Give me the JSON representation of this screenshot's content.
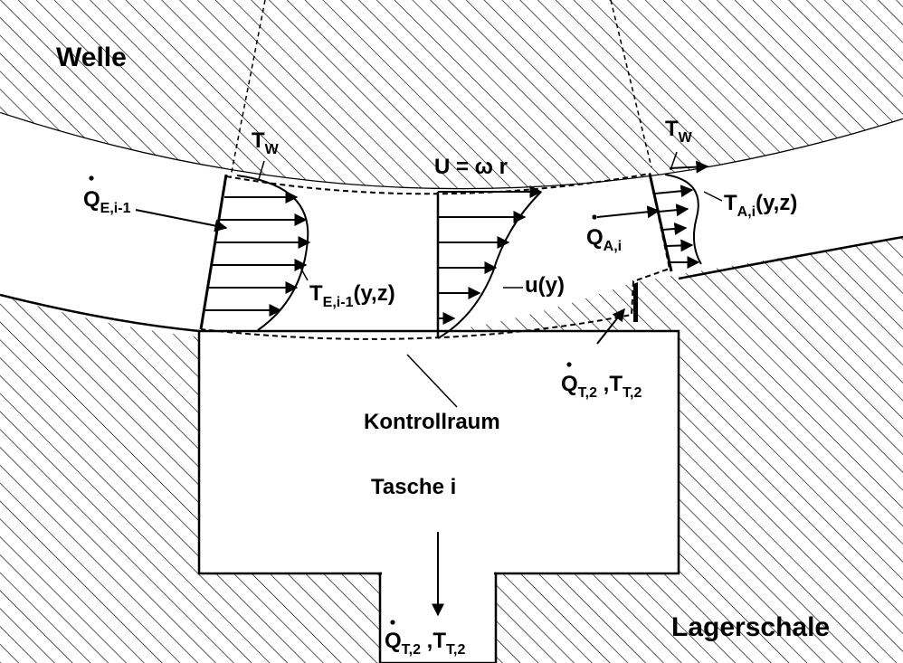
{
  "labels": {
    "shaft": "Welle",
    "bearing_shell": "Lagerschale",
    "velocity_eq": "U = ω r",
    "control_volume": "Kontrollraum",
    "pocket": "Tasche i",
    "wall_temp_left": {
      "main": "T",
      "sub": "W"
    },
    "wall_temp_right": {
      "main": "T",
      "sub": "W"
    },
    "heat_in": {
      "main": "Q",
      "sub": "E,i-1"
    },
    "temp_in": {
      "main": "T",
      "sub": "E,i-1",
      "tail": "(y,z)"
    },
    "velocity_profile": "u(y)",
    "heat_out": {
      "main": "Q",
      "sub": "A,i"
    },
    "temp_out": {
      "main": "T",
      "sub": "A,i",
      "tail": "(y,z)"
    },
    "heat_pocket_mid": {
      "q": "Q",
      "q_sub": "T,2",
      "sep": " ,",
      "t": "T",
      "t_sub": "T,2"
    },
    "heat_pocket_bottom": {
      "q": "Q",
      "q_sub": "T,2",
      "sep": " ,",
      "t": "T",
      "t_sub": "T,2"
    }
  },
  "colors": {
    "line": "#000000",
    "background": "#ffffff"
  }
}
